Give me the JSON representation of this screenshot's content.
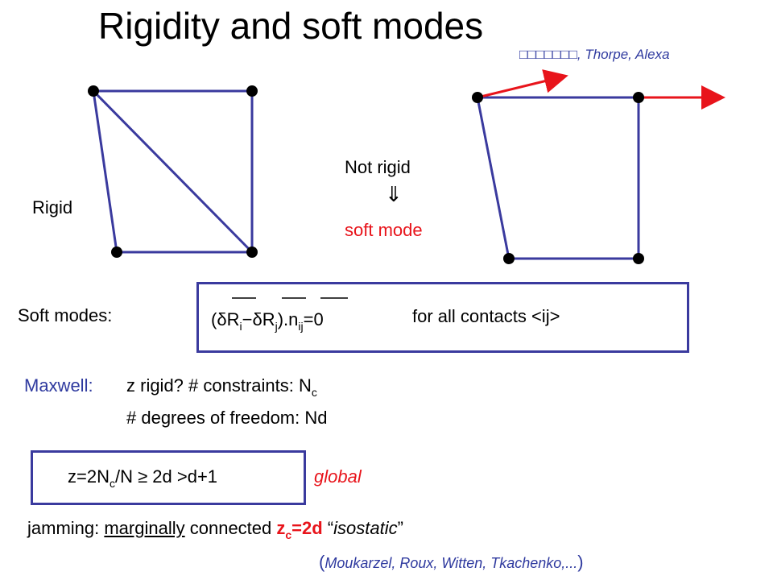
{
  "slide": {
    "title": "Rigidity and soft modes",
    "credit": "□□□□□□□, Thorpe, Alexa",
    "rigid_label": "Rigid",
    "not_rigid_label": "Not rigid",
    "implies_symbol": "⇓",
    "soft_mode_label": "soft mode",
    "soft_modes_label": "Soft modes:",
    "equation": {
      "open": "(δR",
      "sub_i": "i",
      "minus": "−δR",
      "sub_j": "j",
      "close": ").n",
      "sub_ij": "ij",
      "rhs": "=0"
    },
    "for_all": "for all  contacts <ij>",
    "maxwell_label": "Maxwell:",
    "constraints_text": "z rigid? # constraints:    N",
    "constraints_sub": "c",
    "dof_text": "# degrees of freedom: Nd",
    "z_formula": {
      "part1": "z=2N",
      "sub": "c",
      "part2": "/N ≥ 2d >d+1"
    },
    "global_label": "global",
    "jamming": {
      "prefix": "jamming: ",
      "underlined": "marginally",
      "middle": " connected   ",
      "zc_z": "z",
      "zc_sub": "c",
      "zc_rest": "=2d",
      "quote_open": " “",
      "isostatic": "isostatic",
      "quote_close": "”"
    },
    "refs": {
      "open": "(",
      "text": "Moukarzel, Roux, Witten, Tkachenko,...",
      "close": ")"
    },
    "colors": {
      "frame_blue": "#3a3a9e",
      "text_blue": "#2f3a9f",
      "red": "#e8141b"
    }
  }
}
